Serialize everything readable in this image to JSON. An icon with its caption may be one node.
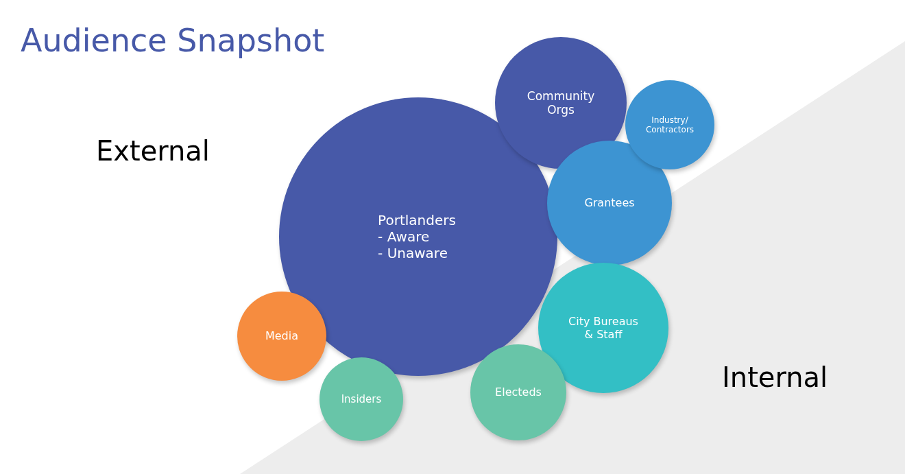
{
  "diagram": {
    "title": "Audience Snapshot",
    "nodes": [
      {
        "text": [
          "Community Orgs"
        ]
      },
      {
        "text": [
          "Industry/ Contractors"
        ]
      },
      {
        "text": [
          "Portlanders",
          "- Aware",
          "- Unaware"
        ]
      },
      {
        "text": [
          "Grantees"
        ]
      },
      {
        "text": [
          "City Bureaus & Staff"
        ]
      },
      {
        "text": [
          "Media"
        ]
      },
      {
        "text": [
          "Electeds"
        ]
      },
      {
        "text": [
          "Insiders"
        ]
      }
    ],
    "labels": [
      "External",
      "Internal"
    ]
  }
}
